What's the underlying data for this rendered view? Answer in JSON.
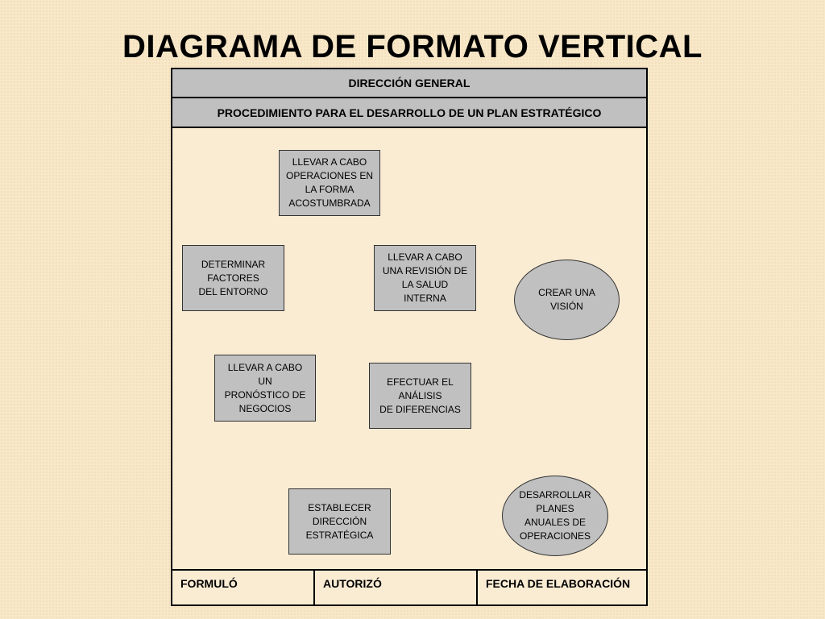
{
  "title": "DIAGRAMA DE FORMATO VERTICAL",
  "header": {
    "department": "DIRECCIÓN GENERAL",
    "procedure": "PROCEDIMIENTO PARA EL DESARROLLO DE UN PLAN ESTRATÉGICO"
  },
  "nodes": {
    "operaciones": "LLEVAR A CABO\nOPERACIONES EN\nLA FORMA\nACOSTUMBRADA",
    "factores": "DETERMINAR\nFACTORES\nDEL ENTORNO",
    "revision": "LLEVAR A CABO\nUNA REVISIÓN DE\nLA SALUD\nINTERNA",
    "vision": "CREAR UNA\nVISIÓN",
    "pronostico": "LLEVAR A CABO\nUN\nPRONÓSTICO DE\nNEGOCIOS",
    "diferencias": "EFECTUAR EL\nANÁLISIS\nDE DIFERENCIAS",
    "direccion": "ESTABLECER\nDIRECCIÓN\nESTRATÉGICA",
    "planes": "DESARROLLAR\nPLANES\nANUALES DE\nOPERACIONES"
  },
  "footer": {
    "formulo": "FORMULÓ",
    "autorizo": "AUTORIZÓ",
    "fecha": "FECHA DE ELABORACIÓN"
  },
  "colors": {
    "background": "#f8e8c8",
    "box_fill": "#c0c0c0",
    "line": "#000000"
  }
}
